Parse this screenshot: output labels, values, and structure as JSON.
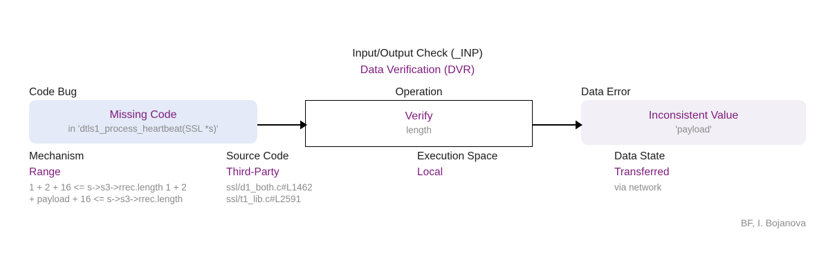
{
  "diagram": {
    "class_label": "Input/Output Check (_INP)",
    "type_label": "Data Verification (DVR)",
    "credit": "BF, I. Bojanova"
  },
  "nodes": {
    "bug": {
      "caption": "Code Bug",
      "name": "Missing Code",
      "sub": "in 'dtls1_process_heartbeat(SSL *s)'"
    },
    "operation": {
      "caption": "Operation",
      "name": "Verify",
      "sub": "length"
    },
    "error": {
      "caption": "Data Error",
      "name": "Inconsistent Value",
      "sub": "'payload'"
    }
  },
  "attributes": {
    "mechanism": {
      "header": "Mechanism",
      "value": "Range",
      "note_line1": "1 + 2 + 16  <= s->s3->rrec.length 1 + 2",
      "note_line2": "+ payload + 16 <= s->s3->rrec.length"
    },
    "source_code": {
      "header": "Source Code",
      "value": "Third-Party",
      "note_line1": "ssl/d1_both.c#L1462",
      "note_line2": "ssl/t1_lib.c#L2591"
    },
    "execution_space": {
      "header": "Execution Space",
      "value": "Local",
      "note_line1": "",
      "note_line2": ""
    },
    "data_state": {
      "header": "Data State",
      "value": "Transferred",
      "note_line1": "via network",
      "note_line2": ""
    }
  },
  "colors": {
    "accent_purple": "#7d1a7d",
    "bug_box_fill": "#e4eaf7",
    "error_box_fill": "#f2eff6",
    "muted_text": "#8b8b8b"
  }
}
